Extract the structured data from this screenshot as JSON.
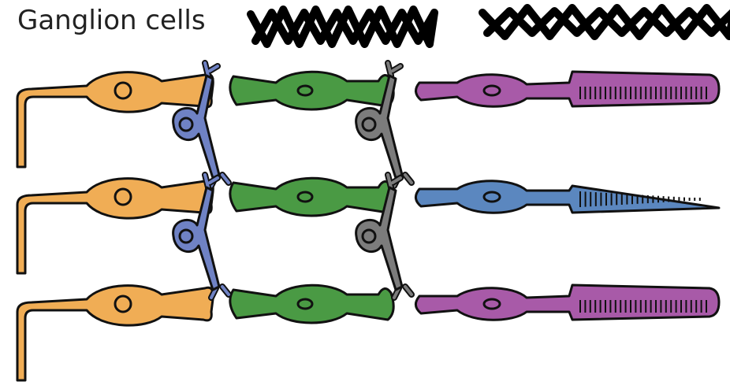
{
  "labels": {
    "ganglion": "Ganglion cells",
    "middle_scribbled": "",
    "right_scribbled": ""
  },
  "colors": {
    "ganglion": "#f0ad55",
    "bipolar": "#4a9a44",
    "horizontal": "#6f82c4",
    "amacrine": "#7c7c7c",
    "rod": "#a85aa8",
    "cone": "#5b87bf",
    "outline": "#111111",
    "scribble": "#000000"
  },
  "rows": [
    {
      "photoreceptor": "rod"
    },
    {
      "photoreceptor": "cone"
    },
    {
      "photoreceptor": "rod"
    }
  ]
}
